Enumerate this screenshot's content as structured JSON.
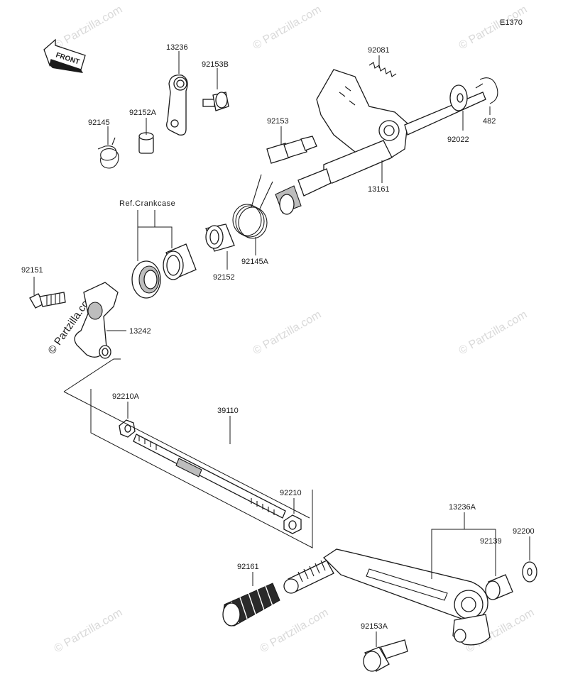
{
  "diagram_code": "E1370",
  "front_label": "FRONT",
  "ref_label": "Ref.Crankcase",
  "watermark": "© Partzilla.com",
  "colors": {
    "line": "#1a1a1a",
    "shade": "#bdbdbd",
    "watermark": "#d9d9d9"
  },
  "parts": {
    "p13236": "13236",
    "p92153B": "92153B",
    "p92081": "92081",
    "p92145": "92145",
    "p92152A": "92152A",
    "p92153": "92153",
    "p482": "482",
    "p92022": "92022",
    "p13161": "13161",
    "p92145A": "92145A",
    "p92152": "92152",
    "p92151": "92151",
    "p13242": "13242",
    "p92210A": "92210A",
    "p39110": "39110",
    "p92210": "92210",
    "p13236A": "13236A",
    "p92200": "92200",
    "p92139": "92139",
    "p92161": "92161",
    "p92153A": "92153A"
  }
}
